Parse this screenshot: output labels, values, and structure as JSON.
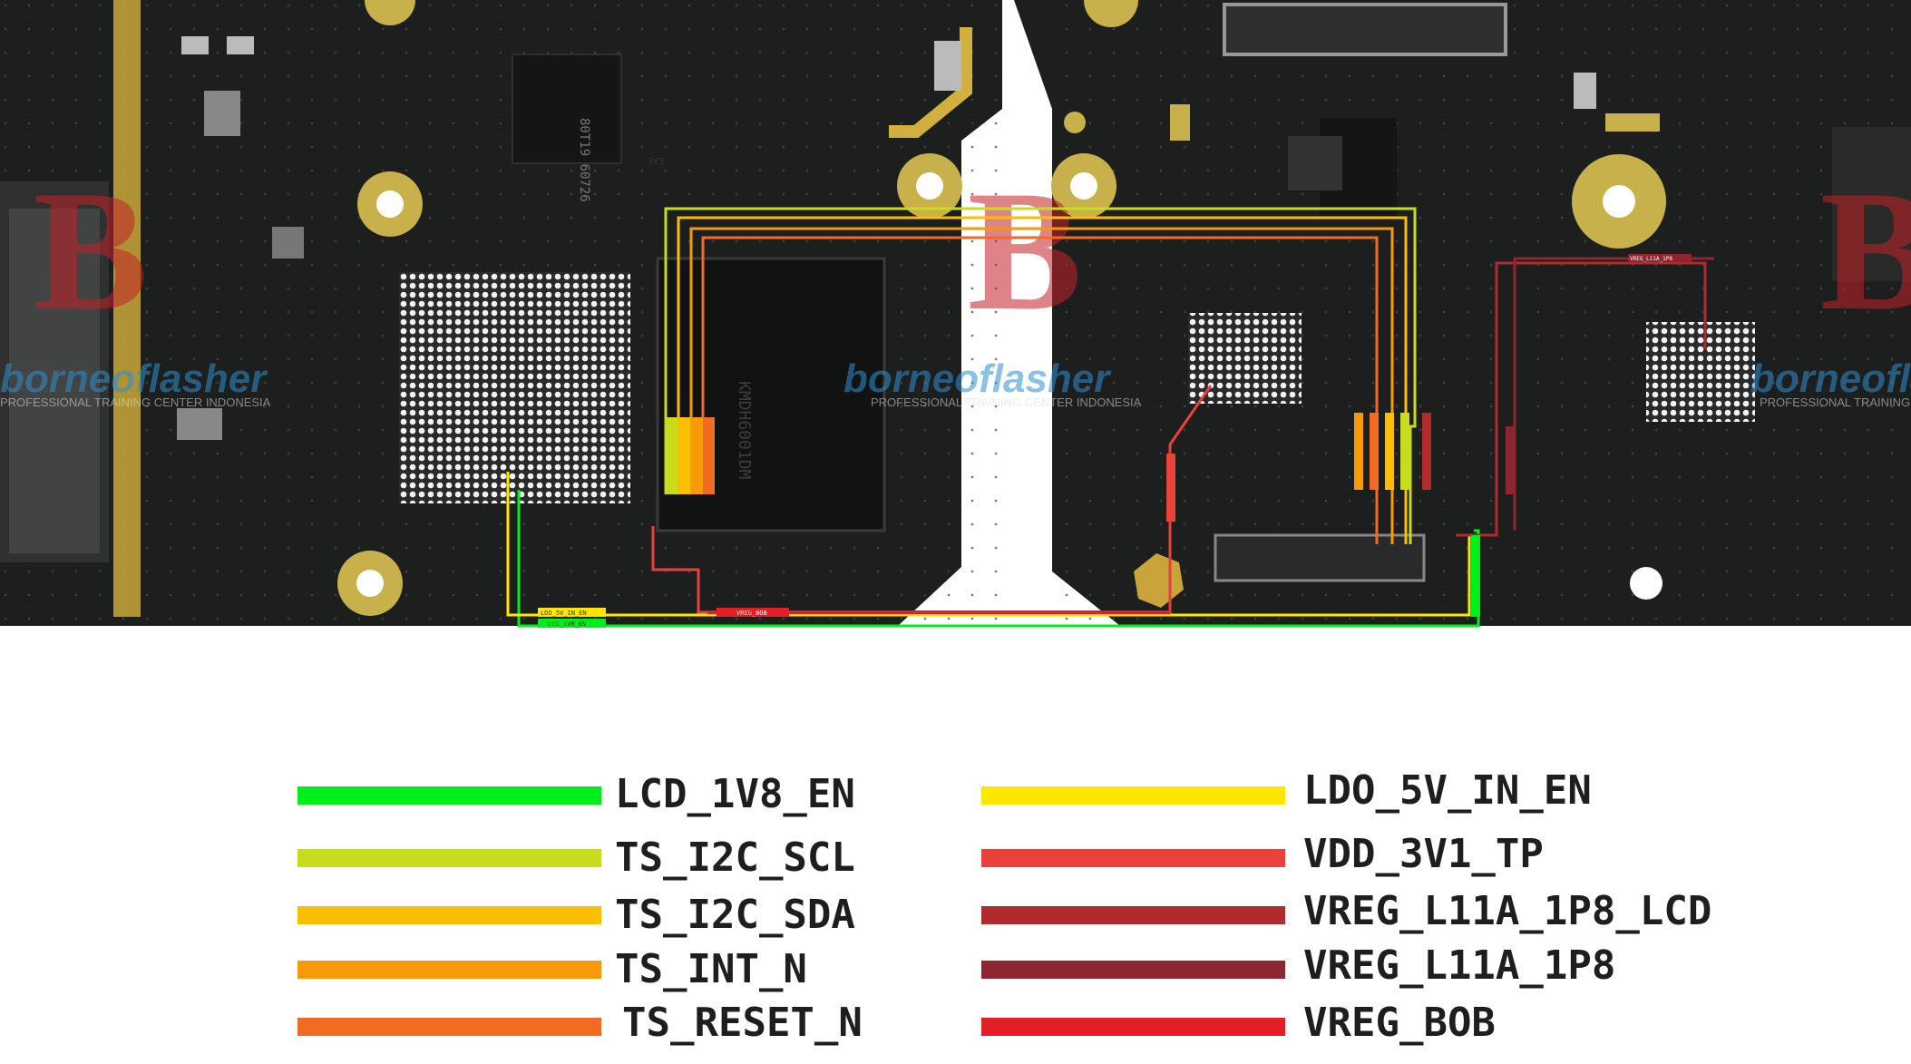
{
  "watermark": {
    "brand": "borneoflasher",
    "tagline": "PROFESSIONAL TRAINING CENTER INDONESIA"
  },
  "chip_markings": {
    "left_ic_text": "80T19 60726",
    "emmc_text": "KMDH6001DM",
    "small_component": "3V3"
  },
  "trace_labels": {
    "ldo_5v_in_en": "LDO_5V_IN_EN",
    "lcd_1v8_en": "LCD_1V8_EN",
    "vreg_bob": "VREG_BOB",
    "vreg_l11a_1p8": "VREG_L11A_1P8",
    "vreg_l11a_1p8_lcd": "VREG_L11A_1P8_LCD",
    "ts_i2c_scl": "TS_I2C_SCL",
    "ts_i2c_sda": "TS_I2C_SDA",
    "ts_int_n": "TS_INT_N",
    "ts_reset_n": "TS_RESET_N",
    "vdd_3v1_tp": "VDD_3V1_TP"
  },
  "colors": {
    "LCD_1V8_EN": "#00ee1c",
    "TS_I2C_SCL": "#c8dc1e",
    "TS_I2C_SDA": "#fbbe00",
    "TS_INT_N": "#f79a0a",
    "TS_RESET_N": "#f26b22",
    "LDO_5V_IN_EN": "#ffe600",
    "VDD_3V1_TP": "#e8423b",
    "VREG_L11A_1P8_LCD": "#b12a2e",
    "VREG_L11A_1P8": "#8f2530",
    "VREG_BOB": "#e31e26"
  },
  "legend": {
    "left": [
      {
        "label": "LCD_1V8_EN",
        "color": "#00ee1c"
      },
      {
        "label": "TS_I2C_SCL",
        "color": "#c8dc1e"
      },
      {
        "label": "TS_I2C_SDA",
        "color": "#fbbe00"
      },
      {
        "label": "TS_INT_N",
        "color": "#f79a0a"
      },
      {
        "label": "TS_RESET_N",
        "color": "#f26b22"
      }
    ],
    "right": [
      {
        "label": "LDO_5V_IN_EN",
        "color": "#ffe600"
      },
      {
        "label": "VDD_3V1_TP",
        "color": "#e8423b"
      },
      {
        "label": "VREG_L11A_1P8_LCD",
        "color": "#b12a2e"
      },
      {
        "label": "VREG_L11A_1P8",
        "color": "#8f2530"
      },
      {
        "label": "VREG_BOB",
        "color": "#e31e26"
      }
    ]
  }
}
